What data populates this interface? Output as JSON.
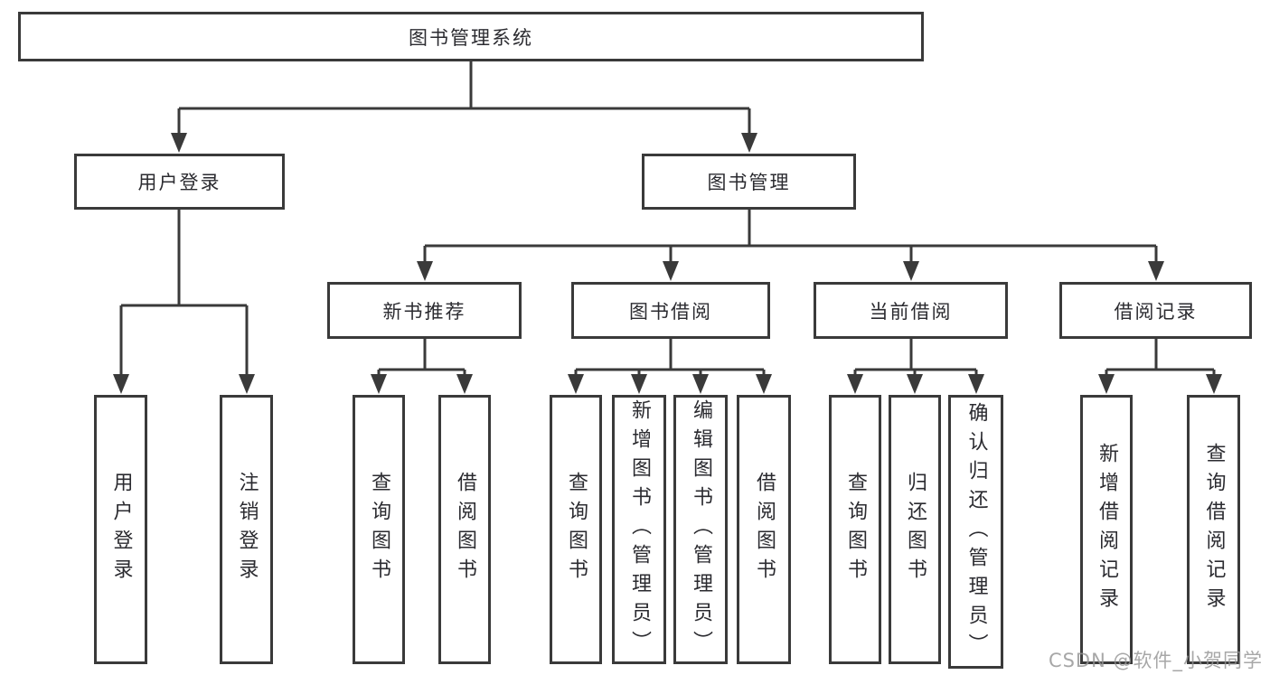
{
  "tree": {
    "root": "图书管理系统",
    "login_branch": {
      "label": "用户登录",
      "children": [
        "用户登录",
        "注销登录"
      ]
    },
    "mgmt_branch": {
      "label": "图书管理",
      "groups": [
        {
          "label": "新书推荐",
          "children": [
            "查询图书",
            "借阅图书"
          ]
        },
        {
          "label": "图书借阅",
          "children": [
            "查询图书",
            "新增图书（管理员）",
            "编辑图书（管理员）",
            "借阅图书"
          ]
        },
        {
          "label": "当前借阅",
          "children": [
            "查询图书",
            "归还图书",
            "确认归还（管理员）"
          ]
        },
        {
          "label": "借阅记录",
          "children": [
            "新增借阅记录",
            "查询借阅记录"
          ]
        }
      ]
    }
  },
  "watermark": "CSDN @软件_小贺同学",
  "colors": {
    "line": "#3a3a3a",
    "border": "#3a3a3a",
    "text": "#2b2b30",
    "watermark": "#949494",
    "background": "#ffffff"
  }
}
